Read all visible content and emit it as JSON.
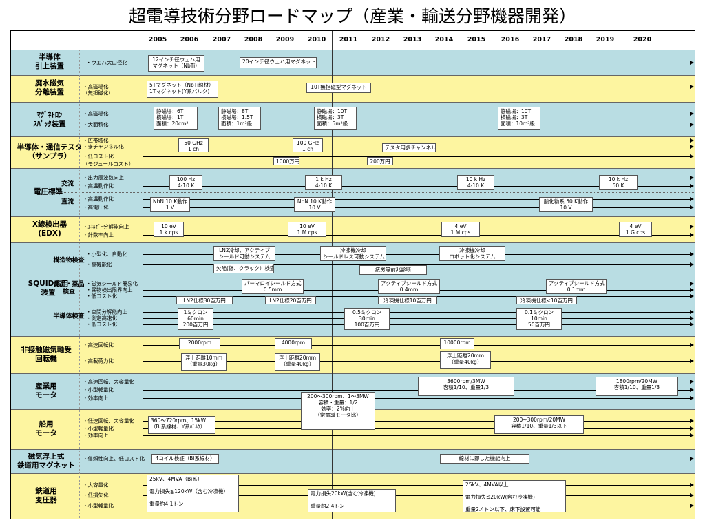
{
  "title": "超電導技術分野ロードマップ（産業・輸送分野機器開発）",
  "years": [
    "2005",
    "2006",
    "2007",
    "2008",
    "2009",
    "2010",
    "2011",
    "2012",
    "2013",
    "2014",
    "2015",
    "2016",
    "2017",
    "2018",
    "2019",
    "2020"
  ],
  "rows": [
    {
      "label": "半導体\n引上装置",
      "features": [
        "・ウエハ大口径化"
      ]
    },
    {
      "label": "廃水磁気\n分離装置",
      "features": [
        "・高磁場化",
        "（無担磁化）"
      ]
    },
    {
      "label": "ﾏｸﾞﾈﾄﾛﾝ\nｽﾊﾟｯﾀ装置",
      "features": [
        "・高磁場化",
        "・大面積化"
      ]
    },
    {
      "label": "半導体・通信テスタ\n（サンプラ）",
      "features": [
        "・広帯域化",
        "・多チャンネル化",
        "・低コスト化",
        "（モジュールコスト）"
      ]
    },
    {
      "label": "電圧標準",
      "features": [
        "・出力周波数向上",
        "・高温動作化",
        "・高温動作化",
        "・高電圧化"
      ],
      "sub_labels": [
        "交流",
        "直流"
      ]
    },
    {
      "label": "X線検出器\n(EDX)",
      "features": [
        "・ｴﾈﾙｷﾞｰ分解能向上",
        "・計数率向上"
      ]
    },
    {
      "label": "SQUID応用\n装置",
      "features": [
        "・小型化、自動化",
        "・高機能化",
        "・磁気シールド簡易化",
        "・異物検出限界向上",
        "・低コスト化",
        "・空間分解能向上",
        "・測定高速化",
        "・低コスト化"
      ],
      "sub_labels": [
        "構造物検査",
        "食品・薬品\n検査",
        "半導体検査"
      ]
    },
    {
      "label": "非接触磁気軸受\n回転機",
      "features": [
        "・高速回転化",
        "・高載荷力化"
      ]
    },
    {
      "label": "産業用\nモータ",
      "features": [
        "・高速回転、大容量化",
        "・小型軽量化",
        "・効率向上"
      ]
    },
    {
      "label": "船用\nモータ",
      "features": [
        "・低速回転、大容量化",
        "・小型軽量化",
        "・効率向上"
      ]
    },
    {
      "label": "磁気浮上式\n鉄道用マグネット",
      "features": [
        "・信頼性向上、低コスト化"
      ]
    },
    {
      "label": "鉄道用\n変圧器",
      "features": [
        "・大容量化",
        "・低損失化",
        "・小型軽量化"
      ]
    }
  ],
  "boxes": [
    "12インチ径ウェハ用\nマグネット（NbTi）",
    "20インチ径ウェハ用マグネット",
    "5Tマグネット（NbTi線材）\n1Tマグネット(Y系バルク)",
    "10T無担磁型マグネット",
    "静磁場：6T\n横磁場：1T\n面積：20cm²",
    "静磁場：8T\n横磁場：1.5T\n面積：1m²級",
    "静磁場：10T\n横磁場：3T\n面積：5m²級",
    "静磁場：10T\n横磁場：3T\n面積：10m²級",
    "50 GHz\n1 ch",
    "100 GHz\n1 ch",
    "テスタ用多チャンネル",
    "1000万円",
    "200万円",
    "100 Hz\n4-10 K",
    "1 k Hz\n4-10 K",
    "10 k Hz\n4-10 K",
    "10 k Hz\n50 K",
    "NbN 10 K動作\n1 V",
    "NbN 10 K動作\n10 V",
    "酸化物系 50 K動作\n10 V",
    "10 eV\n1 k cps",
    "10 eV\n1 M cps",
    "4 eV\n1 M cps",
    "4 eV\n1 G cps",
    "LN2冷却、アクティブ\nシールド可動システム",
    "冷凍機冷却\nシールドレス可動システム",
    "冷凍機冷却\nロボット化システム",
    "欠陥(傷、クラック）検査",
    "疲労等前兆診断",
    "パーマロイシールド方式\n0.5mm",
    "アクティブシールド方式\n0.4mm",
    "アクティブシールド方式\n0.1mm",
    "LN2仕様30百万円",
    "LN2仕様20百万円",
    "冷凍機仕様10百万円",
    "冷凍機仕様<10百万円",
    "1ミクロン\n60min\n200百万円",
    "0.5ミクロン\n30min\n100百万円",
    "0.1ミクロン\n10min\n50百万円",
    "2000rpm",
    "4000rpm",
    "10000rpm",
    "浮上距離10mm\n（重量30kg）",
    "浮上距離20mm\n（重量40kg）",
    "浮上距離20mm\n（重量40kg）",
    "3600rpm/3MW\n容積1/10、重量1/3",
    "1800rpm/20MW\n容積1/10、重量1/3",
    "200～300rpm、1～3MW\n容積・重量：1/2\n効率：2%向上\n（常電導モータ比）",
    "360～720rpm、15kW\n（Bi系線材、Y系ﾊﾞﾙｸ）",
    "200~300rpm/20MW\n容積1/10、重量1/3以下",
    "4コイル検証（Bi系線材）",
    "線材に即した機能向上",
    "25kV、4MVA（Bi系）\n\n電力損失≦120kW（含む冷凍機）\n\n重量約4.1トン",
    "電力損失20kW(含む冷凍機)\n\n重量約2.4トン",
    "25kV、4MVA以上\n\n電力損失≦20kW(含む冷凍機)\n\n重量2.4トン以下、床下設置可能"
  ]
}
